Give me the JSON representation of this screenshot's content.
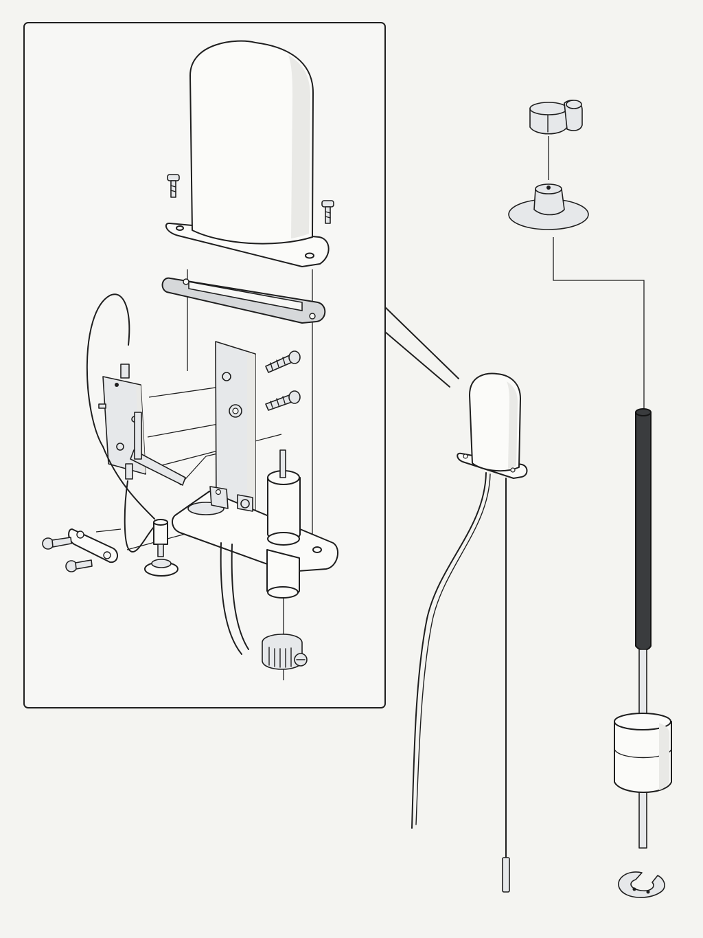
{
  "figure": {
    "kind": "exploded parts illustration",
    "colors": {
      "background": "#f4f4f1",
      "line": "#1e1e1e",
      "plastic": "#fbfbf9",
      "metal": "#d6d8da",
      "rubber_tube": "#3a3c3e"
    },
    "parts": [
      "top-cover",
      "mounting-screw-left",
      "mounting-screw-right",
      "gasket",
      "mounting-bracket",
      "bracket-screw-upper",
      "bracket-screw-lower",
      "micro-switch",
      "switch-lever",
      "switch-wire",
      "clamp-strip",
      "clamp-screw-front",
      "clamp-screw-rear",
      "insulated-terminal",
      "sleeve-bushing",
      "float-guide-tube",
      "outlet-hose",
      "hose-clamp",
      "assembled-sensor-unit",
      "sensor-cable",
      "probe-rod",
      "adjustment-knob",
      "rubber-disc",
      "float-rod",
      "float",
      "retaining-clip"
    ]
  }
}
